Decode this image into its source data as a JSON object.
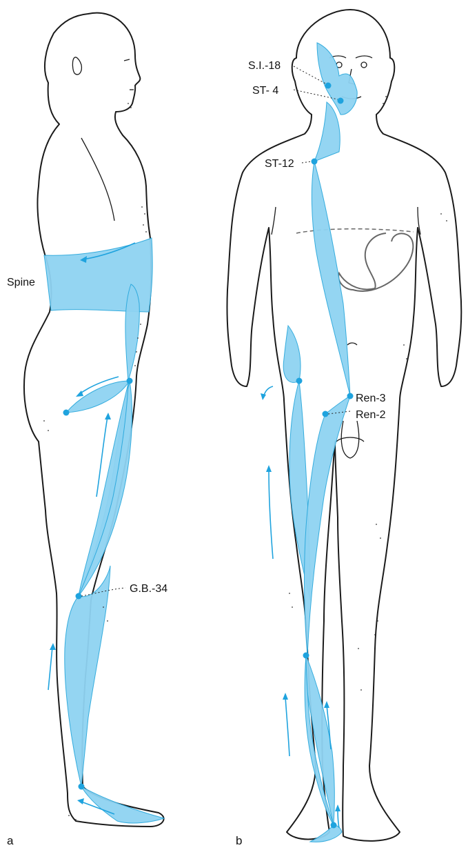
{
  "figure": {
    "panels": [
      {
        "id": "a",
        "label": "a"
      },
      {
        "id": "b",
        "label": "b"
      }
    ],
    "labels": {
      "spine": "Spine",
      "gb34": "G.B.-34",
      "si18": "S.I.-18",
      "st4": "ST- 4",
      "st12": "ST-12",
      "ren3": "Ren-3",
      "ren2": "Ren-2"
    },
    "colors": {
      "channel_fill": "#8fd3f2",
      "channel_point": "#1fa3de",
      "outline": "#1a1a1a"
    }
  }
}
